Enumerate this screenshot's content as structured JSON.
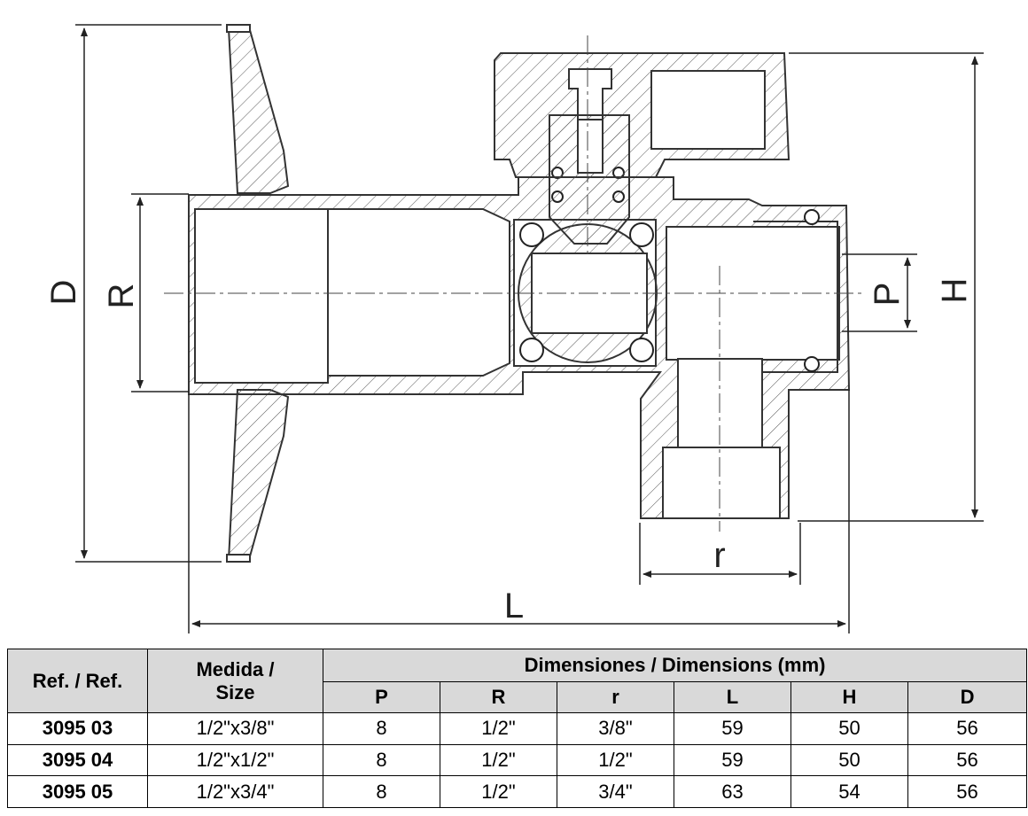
{
  "drawing": {
    "labels": {
      "D": "D",
      "R": "R",
      "P": "P",
      "H": "H",
      "r": "r",
      "L": "L"
    }
  },
  "table": {
    "headers": {
      "ref": "Ref. / Ref.",
      "size_line1": "Medida /",
      "size_line2": "Size",
      "dimensions": "Dimensiones / Dimensions (mm)",
      "cols": [
        "P",
        "R",
        "r",
        "L",
        "H",
        "D"
      ]
    },
    "rows": [
      {
        "ref": "3095 03",
        "size": "1/2\"x3/8\"",
        "P": "8",
        "R": "1/2\"",
        "r": "3/8\"",
        "L": "59",
        "H": "50",
        "D": "56"
      },
      {
        "ref": "3095 04",
        "size": "1/2\"x1/2\"",
        "P": "8",
        "R": "1/2\"",
        "r": "1/2\"",
        "L": "59",
        "H": "50",
        "D": "56"
      },
      {
        "ref": "3095 05",
        "size": "1/2\"x3/4\"",
        "P": "8",
        "R": "1/2\"",
        "r": "3/4\"",
        "L": "63",
        "H": "54",
        "D": "56"
      }
    ]
  }
}
